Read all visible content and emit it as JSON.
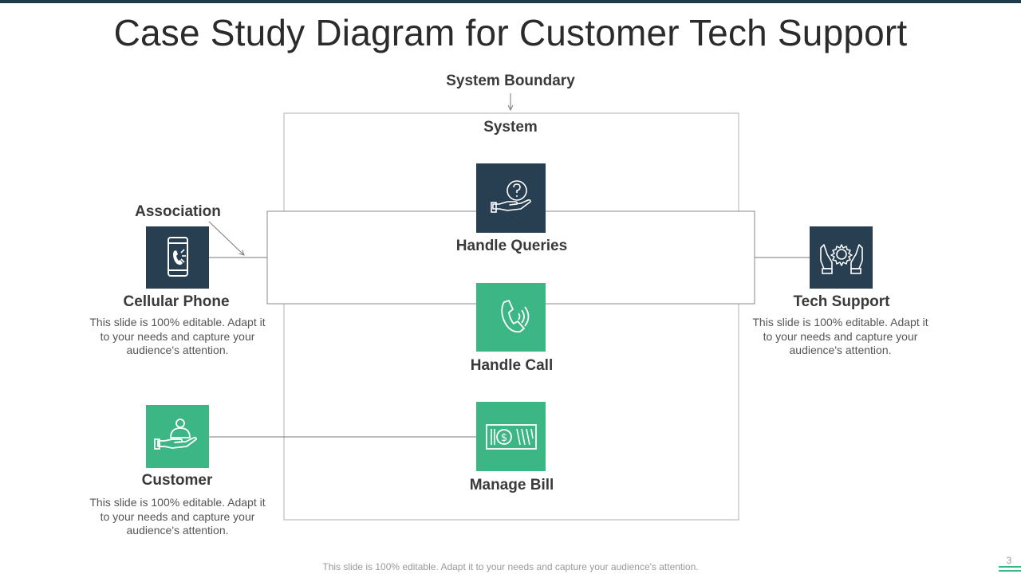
{
  "title": "Case Study Diagram for Customer Tech Support",
  "labels": {
    "system_boundary": "System Boundary",
    "system": "System",
    "association": "Association"
  },
  "use_cases": [
    {
      "label": "Handle Queries",
      "icon": "hand-question-icon",
      "color": "#273f51"
    },
    {
      "label": "Handle Call",
      "icon": "phone-ringing-icon",
      "color": "#3db686"
    },
    {
      "label": "Manage Bill",
      "icon": "dollar-bill-icon",
      "color": "#3db686"
    }
  ],
  "actors": [
    {
      "label": "Cellular Phone",
      "icon": "mobile-phone-icon",
      "color": "#273f51",
      "description": [
        "This slide is 100% editable. Adapt it",
        "to your needs and capture your",
        "audience's attention."
      ]
    },
    {
      "label": "Customer",
      "icon": "customer-hand-icon",
      "color": "#3db686",
      "description": [
        "This slide is 100% editable. Adapt it",
        "to your needs and capture your",
        "audience's attention."
      ]
    },
    {
      "label": "Tech Support",
      "icon": "gear-hands-icon",
      "color": "#273f51",
      "description": [
        "This slide is 100% editable. Adapt it",
        "to your needs and capture your",
        "audience's attention."
      ]
    }
  ],
  "footer": "This slide is 100% editable. Adapt it to your needs and capture your audience's attention.",
  "page_number": "3"
}
